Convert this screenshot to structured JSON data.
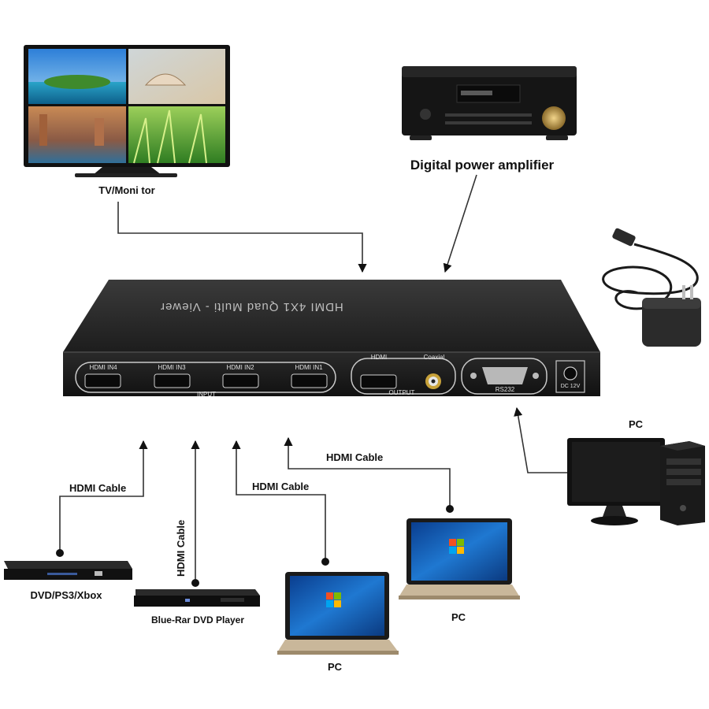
{
  "devices": {
    "tv": {
      "label": "TV/Moni tor"
    },
    "amplifier": {
      "label": "Digital power amplifier"
    },
    "dvd": {
      "label": "DVD/PS3/Xbox"
    },
    "bluray": {
      "label": "Blue-Rar DVD Player"
    },
    "pc_laptop_left": {
      "label": "PC"
    },
    "pc_laptop_right": {
      "label": "PC"
    },
    "pc_desktop": {
      "label": "PC"
    }
  },
  "cables": {
    "dvd": "HDMI Cable",
    "bluray": "HDMI Cable",
    "laptop_left": "HDMI Cable",
    "laptop_right": "HDMI Cable"
  },
  "switcher": {
    "title": "HDMI 4X1 Quad Multi - Viewer",
    "inputs": [
      "HDMI IN4",
      "HDMI IN3",
      "HDMI IN2",
      "HDMI IN1"
    ],
    "input_group": "INPUT",
    "output_hdmi": "HDMI",
    "output_coaxial": "Coaxial",
    "output_group": "OUTPUT",
    "rs232": "RS232",
    "dc": "DC 12V"
  }
}
